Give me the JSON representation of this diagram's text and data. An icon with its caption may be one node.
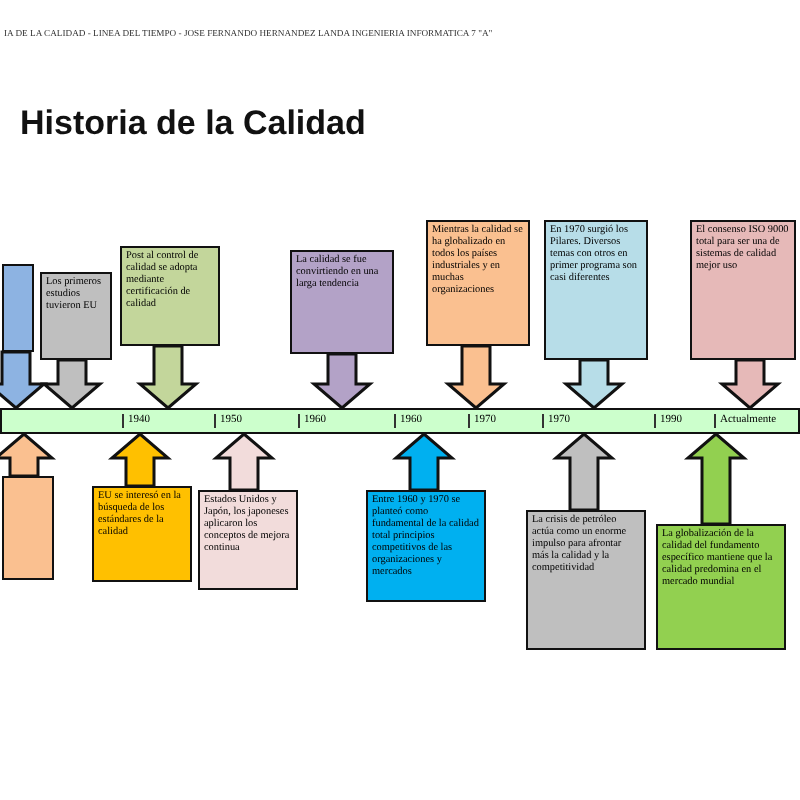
{
  "diagram": {
    "title": "Historia de la Calidad",
    "nodes": [
      {
        "text": [],
        "shape": "box"
      },
      {
        "text": [
          "Los primeros estudios tuvieron EU"
        ]
      },
      {
        "text": [
          "Post al control de calidad se adopta mediante certificación de calidad"
        ]
      },
      {
        "text": [
          "La calidad se fue convirtiendo en una larga tendencia"
        ]
      },
      {
        "text": [
          "Mientras la calidad se ha globalizado en todos los países industriales y en muchas organizaciones"
        ]
      },
      {
        "text": [
          "En 1970 surgió los Pilares. Diversos temas con otros en primer programa son casi diferentes"
        ]
      },
      {
        "text": [
          "El consenso ISO 9000 total para ser una de sistemas de calidad mejor uso"
        ]
      },
      {
        "text": [
          "1940",
          "1950",
          "1960",
          "1960",
          "1970",
          "1970",
          "1990",
          "Actualmente"
        ]
      },
      {
        "text": [],
        "shape": "box"
      },
      {
        "text": [
          "EU se interesó en la búsqueda de los estándares de la calidad"
        ]
      },
      {
        "text": [
          "Estados Unidos y Japón, los japoneses aplicaron los conceptos de mejora continua"
        ]
      },
      {
        "text": [
          "Entre 1960 y 1970 se planteó como fundamental de la calidad total principios competitivos de las organizaciones y mercados"
        ]
      },
      {
        "text": [
          "La crisis de petróleo actúa como un enorme impulso para afrontar más la calidad y la competitividad"
        ]
      },
      {
        "text": [
          "La globalización de la calidad del fundamento específico mantiene que la calidad predomina en el mercado mundial"
        ]
      }
    ],
    "edges": [
      {
        "from": 0,
        "to": 7,
        "arrow": "to"
      },
      {
        "from": 1,
        "to": 7,
        "arrow": "to"
      },
      {
        "from": 2,
        "to": 7,
        "arrow": "to"
      },
      {
        "from": 3,
        "to": 7,
        "arrow": "to"
      },
      {
        "from": 4,
        "to": 7,
        "arrow": "to"
      },
      {
        "from": 5,
        "to": 7,
        "arrow": "to"
      },
      {
        "from": 6,
        "to": 7,
        "arrow": "to"
      },
      {
        "from": 8,
        "to": 7,
        "arrow": "to"
      },
      {
        "from": 9,
        "to": 7,
        "arrow": "to"
      },
      {
        "from": 10,
        "to": 7,
        "arrow": "to"
      },
      {
        "from": 11,
        "to": 7,
        "arrow": "to"
      },
      {
        "from": 12,
        "to": 7,
        "arrow": "to"
      },
      {
        "from": 13,
        "to": 7,
        "arrow": "to"
      }
    ],
    "labels": [
      "IA DE LA CALIDAD - LINEA DEL TIEMPO - JOSE FERNANDO HERNANDEZ LANDA INGENIERIA INFORMATICA 7 \"A\""
    ]
  }
}
